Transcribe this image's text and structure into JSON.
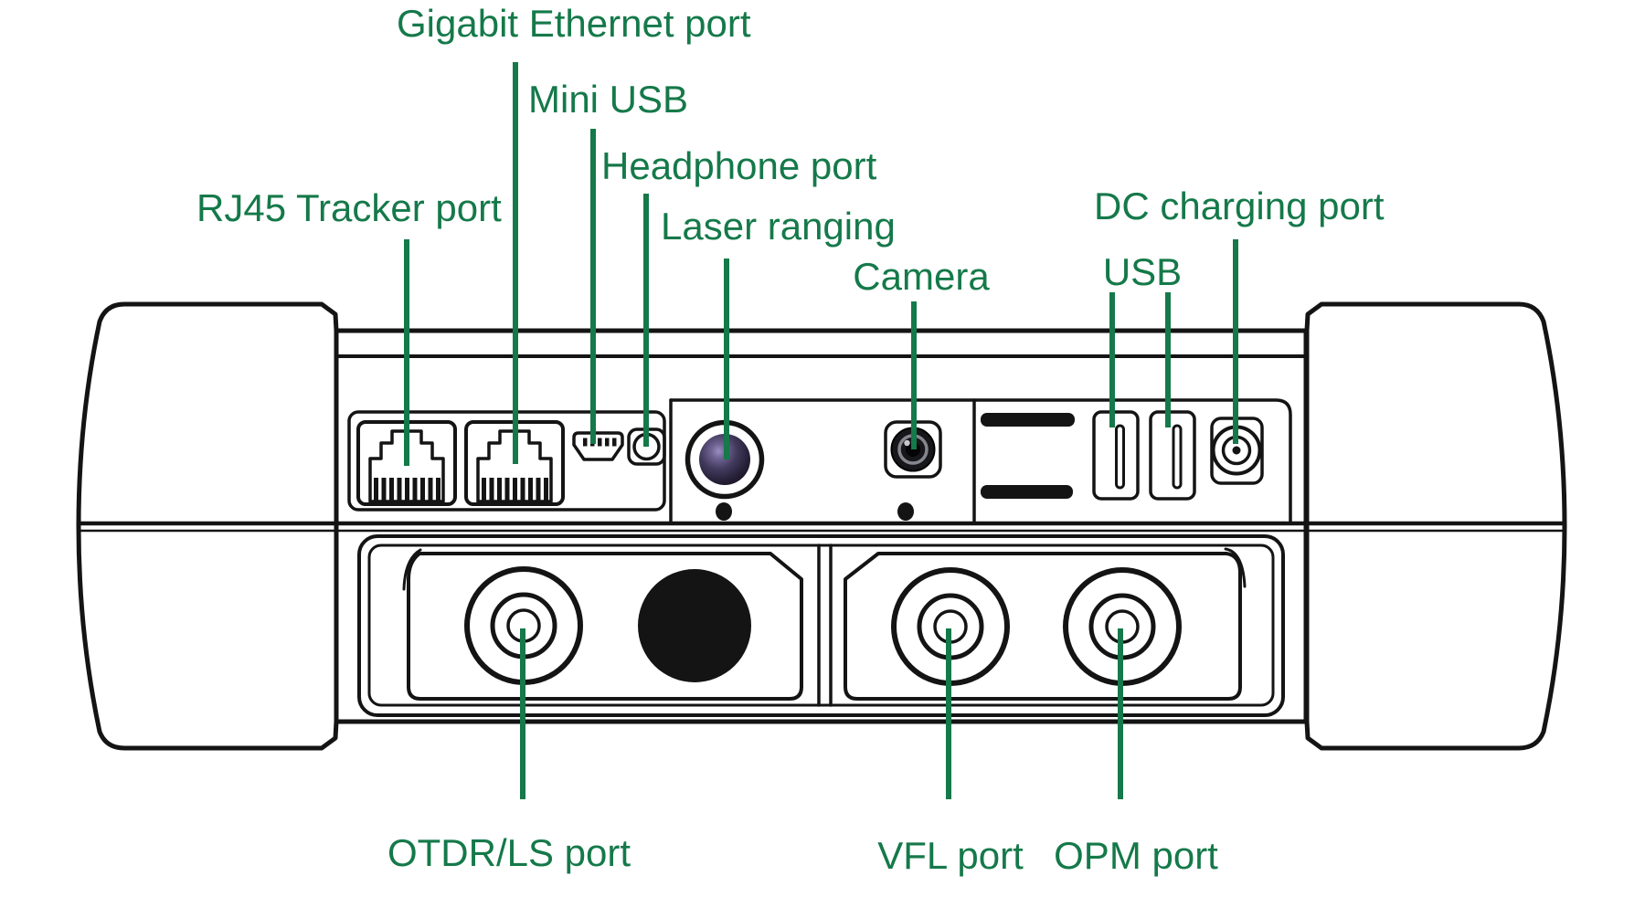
{
  "colors": {
    "callout_green": "#15794A",
    "outline_black": "#141414",
    "lens_purple": "#433B5E",
    "camera_ring_gray": "#86868E"
  },
  "callouts": {
    "top": [
      {
        "id": "gigabit-ethernet",
        "label": "Gigabit Ethernet port"
      },
      {
        "id": "mini-usb",
        "label": "Mini USB"
      },
      {
        "id": "headphone",
        "label": "Headphone port"
      },
      {
        "id": "rj45-tracker",
        "label": "RJ45 Tracker port"
      },
      {
        "id": "laser-ranging",
        "label": "Laser ranging"
      },
      {
        "id": "camera",
        "label": "Camera"
      },
      {
        "id": "usb",
        "label": "USB"
      },
      {
        "id": "dc-charging",
        "label": "DC charging port"
      }
    ],
    "bottom": [
      {
        "id": "otdr-ls",
        "label": "OTDR/LS port"
      },
      {
        "id": "vfl",
        "label": "VFL port"
      },
      {
        "id": "opm",
        "label": "OPM port"
      }
    ]
  }
}
